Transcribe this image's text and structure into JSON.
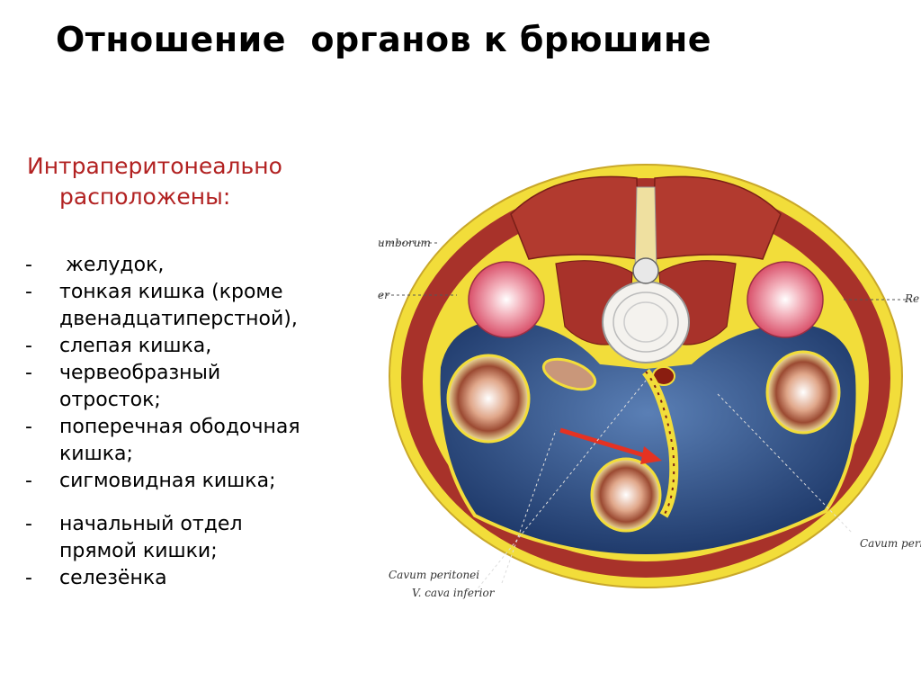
{
  "title": "Отношение  органов к брюшине",
  "heading": {
    "line1": "Интраперитонеально",
    "line2": "расположены:"
  },
  "list": {
    "dash": "-",
    "items": [
      {
        "line1": " желудок,",
        "line2": ""
      },
      {
        "line1": "тонкая кишка (кроме",
        "line2": "двенадцатиперстной),"
      },
      {
        "line1": "слепая кишка,",
        "line2": ""
      },
      {
        "line1": "червеобразный",
        "line2": "отросток;"
      },
      {
        "line1": "поперечная ободочная",
        "line2": "кишка;"
      },
      {
        "line1": "сигмовидная кишка;",
        "line2": ""
      },
      {
        "line1": "начальный отдел",
        "line2": "прямой кишки;"
      },
      {
        "line1": "селезёнка",
        "line2": ""
      }
    ]
  },
  "figure": {
    "labels": {
      "top_left": "umborum",
      "left": "er",
      "right": "Re",
      "bottom_right": "Cavum perit",
      "bottom_left": "Cavum peritonei",
      "bottom_left2": "V. cava inferior"
    }
  },
  "colors": {
    "title": "#000000",
    "heading": "#b22222",
    "muscle": "#a8322a",
    "fat": "#f2dd3a",
    "cavity": "#2d4f86",
    "arrow": "#e53222"
  }
}
